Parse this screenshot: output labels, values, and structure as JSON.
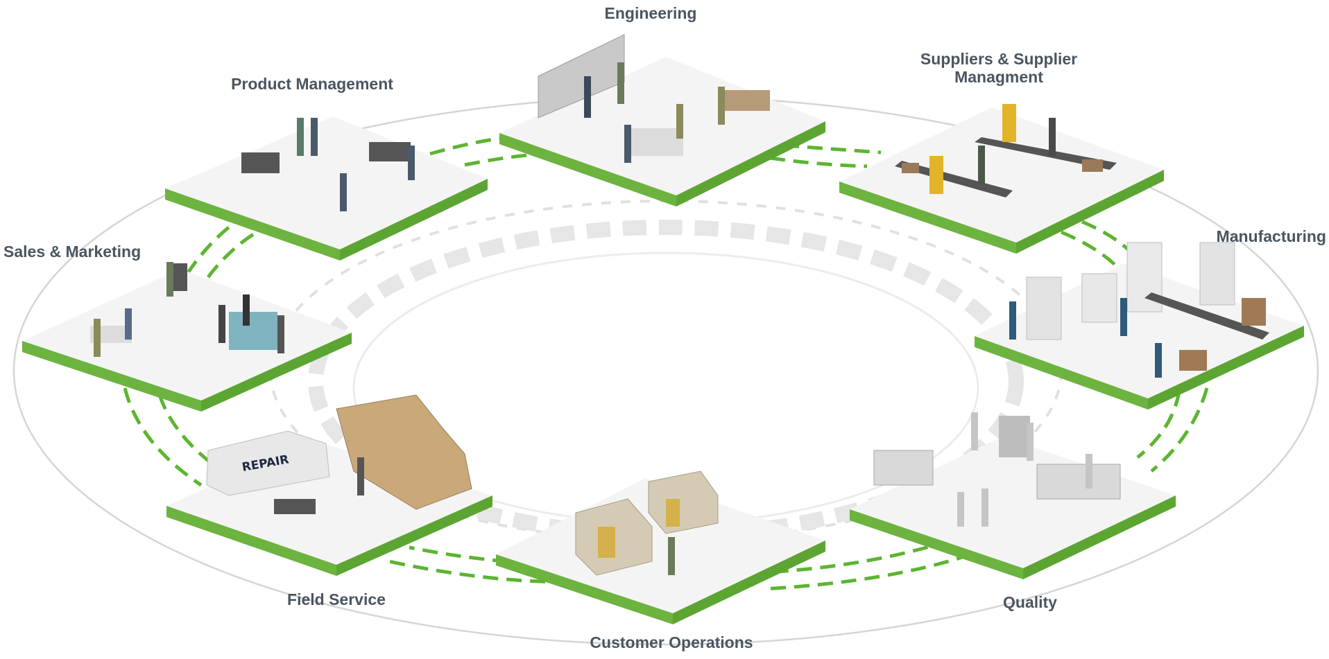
{
  "stations": [
    {
      "key": "engineering",
      "label": "Engineering"
    },
    {
      "key": "product_management",
      "label": "Product Management"
    },
    {
      "key": "suppliers",
      "label": "Suppliers & Supplier Managment"
    },
    {
      "key": "sales",
      "label": "Sales & Marketing"
    },
    {
      "key": "manufacturing",
      "label": "Manufacturing"
    },
    {
      "key": "field_service",
      "label": "Field Service"
    },
    {
      "key": "customer_operations",
      "label": "Customer Operations"
    },
    {
      "key": "quality",
      "label": "Quality"
    }
  ],
  "vehicle_text": "REPAIR",
  "colors": {
    "platform_edge": "#6db33f",
    "platform_top": "#f4f4f4",
    "ring": "#d0d0d0",
    "label": "#4a5560",
    "connector": "#5cb531"
  }
}
